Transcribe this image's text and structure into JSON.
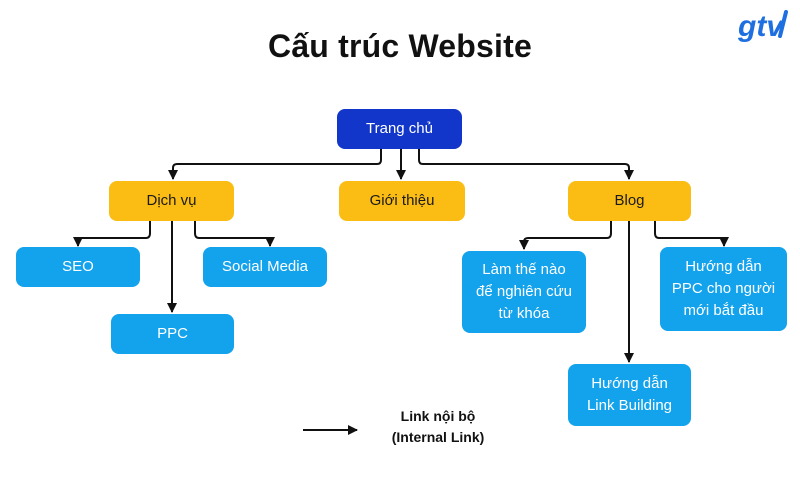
{
  "title": "Cấu trúc Website",
  "logo": {
    "text": "gtv",
    "color": "#1e6fe0"
  },
  "colors": {
    "root": "#1136c9",
    "category": "#fbbd14",
    "leaf": "#13a2ec",
    "connector": "#111111"
  },
  "nodes": {
    "root": {
      "label": "Trang chủ"
    },
    "dich_vu": {
      "label": "Dịch vụ"
    },
    "gioi_thieu": {
      "label": "Giới thiệu"
    },
    "blog": {
      "label": "Blog"
    },
    "seo": {
      "label": "SEO"
    },
    "social_media": {
      "label": "Social Media"
    },
    "ppc": {
      "label": "PPC"
    },
    "lam_the_nao": {
      "label": "Làm thế nào\nđể nghiên cứu\ntừ khóa"
    },
    "huong_dan_ppc": {
      "label": "Hướng dẫn\nPPC cho người\nmới bắt đầu"
    },
    "huong_dan_lb": {
      "label": "Hướng dẫn\nLink Building"
    }
  },
  "edges": [
    [
      "root",
      "dich_vu"
    ],
    [
      "root",
      "gioi_thieu"
    ],
    [
      "root",
      "blog"
    ],
    [
      "dich_vu",
      "seo"
    ],
    [
      "dich_vu",
      "ppc"
    ],
    [
      "dich_vu",
      "social_media"
    ],
    [
      "blog",
      "lam_the_nao"
    ],
    [
      "blog",
      "huong_dan_lb"
    ],
    [
      "blog",
      "huong_dan_ppc"
    ]
  ],
  "legend": {
    "line1": "Link nội bộ",
    "line2": "(Internal Link)"
  }
}
